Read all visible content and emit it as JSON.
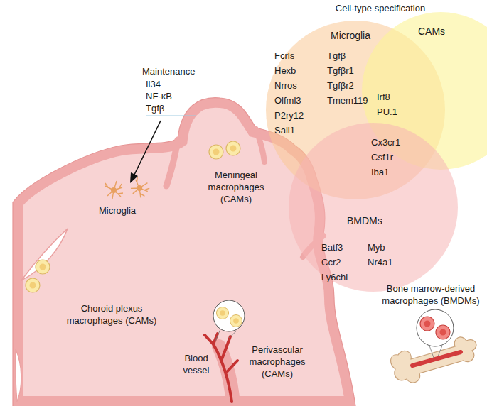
{
  "diagram": {
    "nodes": [
      {
        "text": [
          "Microglia",
          "Fcrls Hexb Nrros Olfml3 P2ry12 Sall1",
          "Tgfβ Tgfβr1 Tgfβr2 Tmem119"
        ]
      },
      {
        "text": [
          "CAMs"
        ]
      },
      {
        "text": [
          "BMDMs",
          "Batf3 Ccr2 Ly6chi",
          "Myb Nr4a1"
        ]
      }
    ],
    "labels": [
      "Cell-type specification",
      "Irf8 PU.1",
      "Cx3cr1 Csf1r Iba1",
      "Maintenance",
      "Il34",
      "NF-κB",
      "Tgfβ",
      "Microglia",
      "Meningeal macrophages (CAMs)",
      "Choroid plexus macrophages (CAMs)",
      "Blood vessel",
      "Perivascular macrophages (CAMs)",
      "Bone marrow-derived macrophages (BMDMs)"
    ]
  }
}
